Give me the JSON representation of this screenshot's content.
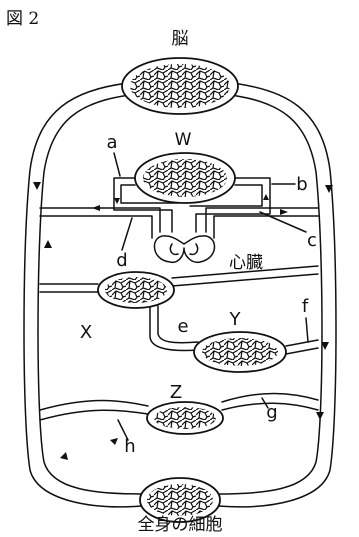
{
  "figure_label": "図 2",
  "organs": {
    "brain": "脳",
    "heart": "心臓",
    "body_cells": "全身の細胞"
  },
  "nodes": {
    "W": "W",
    "X": "X",
    "Y": "Y",
    "Z": "Z"
  },
  "vessels": {
    "a": "a",
    "b": "b",
    "c": "c",
    "d": "d",
    "e": "e",
    "f": "f",
    "g": "g",
    "h": "h"
  },
  "colors": {
    "ink": "#111111",
    "background": "#ffffff"
  }
}
